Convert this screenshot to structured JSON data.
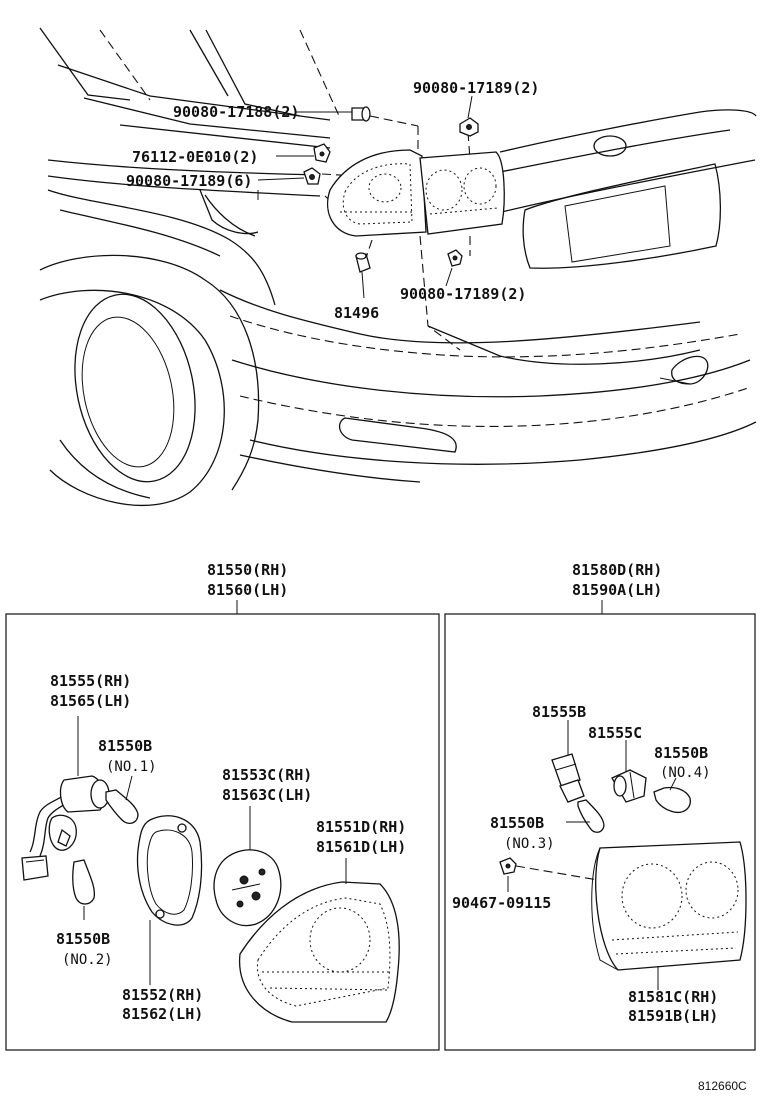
{
  "upper_callouts": {
    "screw_right_top": "90080-17189(2)",
    "screw_left_top": "90080-17188(2)",
    "clip": "76112-0E010(2)",
    "screw_left": "90080-17189(6)",
    "screw_right_bottom": "90080-17189(2)",
    "socket": "81496"
  },
  "left_assembly": {
    "header_rh": "81550(RH)",
    "header_lh": "81560(LH)",
    "socket_rh": "81555(RH)",
    "socket_lh": "81565(LH)",
    "bulb_no1_part": "81550B",
    "bulb_no1_note": "(NO.1)",
    "bulb_no2_part": "81550B",
    "bulb_no2_note": "(NO.2)",
    "gasket_rh": "81552(RH)",
    "gasket_lh": "81562(LH)",
    "plate_rh": "81553C(RH)",
    "plate_lh": "81563C(LH)",
    "lens_rh": "81551D(RH)",
    "lens_lh": "81561D(LH)"
  },
  "right_assembly": {
    "header_rh": "81580D(RH)",
    "header_lh": "81590A(LH)",
    "socket_b": "81555B",
    "socket_c": "81555C",
    "bulb_no4_part": "81550B",
    "bulb_no4_note": "(NO.4)",
    "bulb_no3_part": "81550B",
    "bulb_no3_note": "(NO.3)",
    "nut": "90467-09115",
    "lens_rh": "81581C(RH)",
    "lens_lh": "81591B(LH)"
  },
  "reference_code": "812660C"
}
